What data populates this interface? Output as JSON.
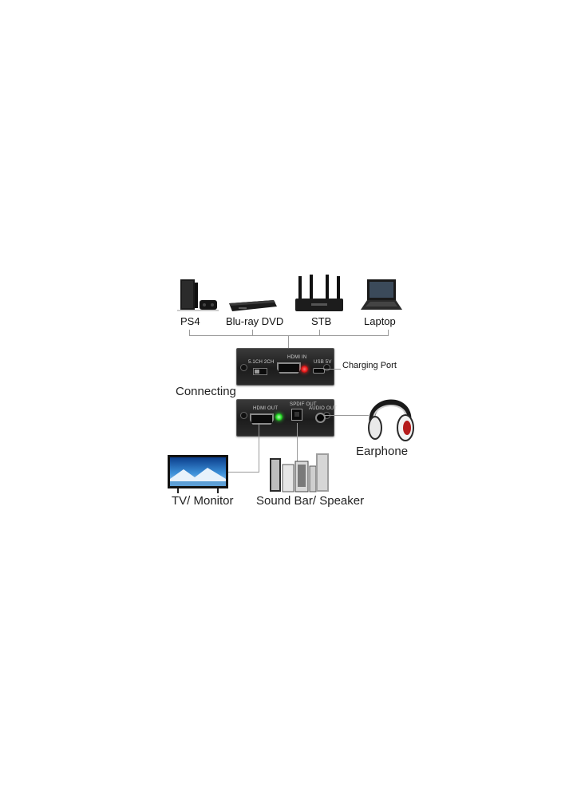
{
  "devices": {
    "ps4": "PS4",
    "bluray": "Blu-ray DVD",
    "stb": "STB",
    "laptop": "Laptop"
  },
  "labels": {
    "connecting": "Connecting",
    "charging_port": "Charging Port",
    "earphone": "Earphone",
    "tv_monitor": "TV/ Monitor",
    "sound_bar": "Sound Bar/ Speaker"
  },
  "panel_top": {
    "switch_text": "5.1CH  2CH",
    "hdmi_in": "HDMI IN",
    "usb_text": "USB 5V"
  },
  "panel_bottom": {
    "hdmi_out": "HDMI OUT",
    "spdif_out": "SPDIF OUT",
    "audio_out": "AUDIO OUT"
  },
  "colors": {
    "red_led": "#e01818",
    "green_led": "#22d622",
    "line": "#9a9a9a"
  }
}
